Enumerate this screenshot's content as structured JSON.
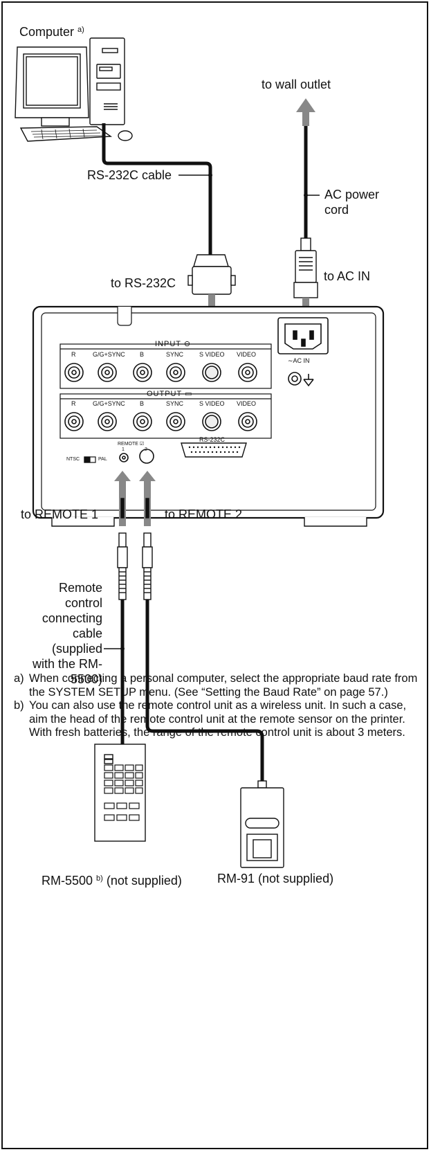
{
  "labels": {
    "computer": "Computer",
    "computer_note_ref": "a)",
    "wall_outlet": "to wall outlet",
    "rs232c_cable": "RS-232C cable",
    "ac_power_cord_1": "AC power",
    "ac_power_cord_2": "cord",
    "to_rs232c": "to RS-232C",
    "to_ac_in": "to AC IN",
    "to_remote1": "to REMOTE 1",
    "to_remote2": "to REMOTE 2",
    "remote_cable_lines": [
      "Remote",
      "control",
      "connecting",
      "cable",
      "(supplied",
      "with the RM-",
      "5500)"
    ],
    "rm5500": "RM-5500",
    "rm5500_ref": "b)",
    "rm5500_note": "(not supplied)",
    "rm91": "RM-91 (not supplied)"
  },
  "panel": {
    "input_title": "INPUT",
    "output_title": "OUTPUT",
    "connectors": [
      "R",
      "G/G+SYNC",
      "B",
      "SYNC",
      "S VIDEO",
      "VIDEO"
    ],
    "ac_in": "AC IN",
    "rs232c": "RS-232C",
    "remote": "REMOTE",
    "remote1": "1",
    "remote2": "2",
    "ntsc": "NTSC",
    "pal": "PAL"
  },
  "notes": [
    {
      "mark": "a)",
      "text": "When connecting a personal computer, select the appropriate baud rate from the SYSTEM SETUP menu. (See “Setting the Baud Rate” on page 57.)"
    },
    {
      "mark": "b)",
      "text": "You can also use the remote control unit as a wireless unit. In such a case, aim the head of the remote control unit at the remote sensor on the printer. With fresh batteries, the range of the remote control unit is about 3 meters."
    }
  ]
}
